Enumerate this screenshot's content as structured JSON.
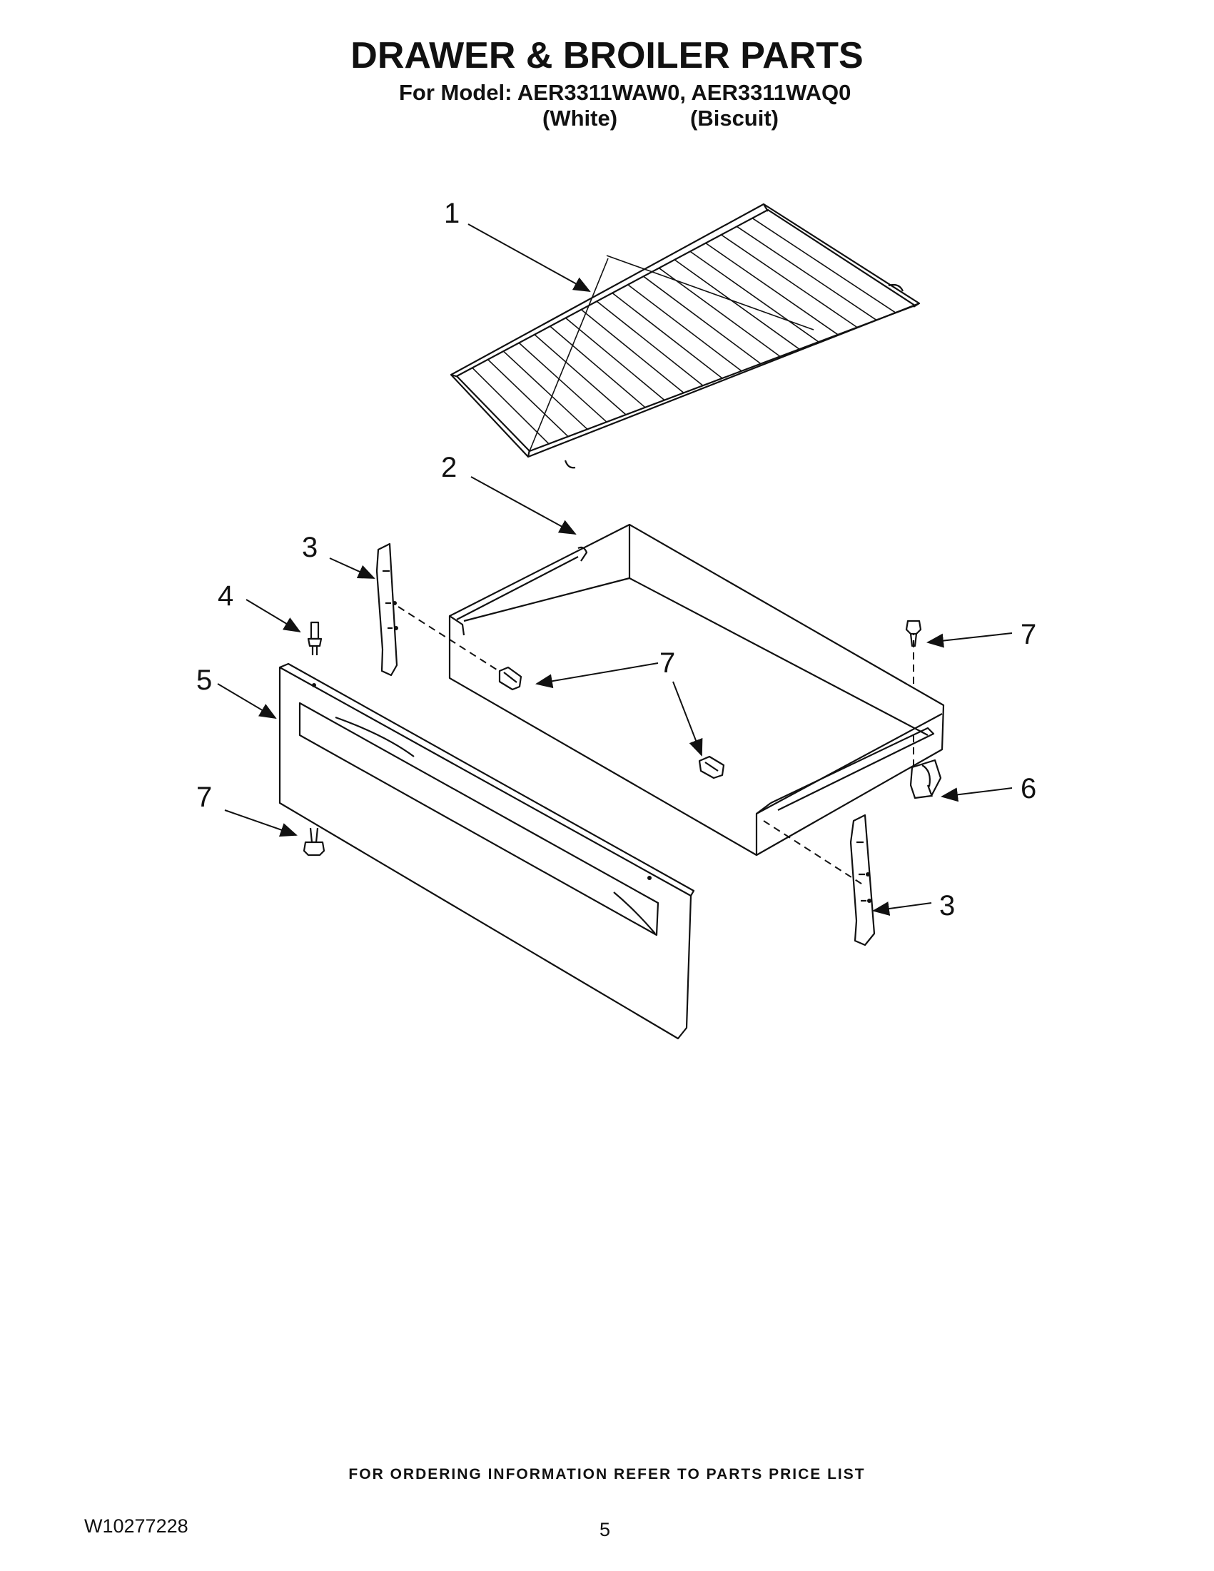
{
  "header": {
    "title": "DRAWER & BROILER PARTS",
    "model_line": "For Model: AER3311WAW0, AER3311WAQ0",
    "variant_white": "(White)",
    "variant_biscuit": "(Biscuit)"
  },
  "callouts": {
    "c1": "1",
    "c2": "2",
    "c3a": "3",
    "c3b": "3",
    "c4": "4",
    "c5": "5",
    "c6": "6",
    "c7a": "7",
    "c7b": "7",
    "c7c": "7"
  },
  "footer": {
    "note": "FOR ORDERING INFORMATION REFER TO PARTS PRICE LIST",
    "doc_number": "W10277228",
    "page_number": "5"
  }
}
